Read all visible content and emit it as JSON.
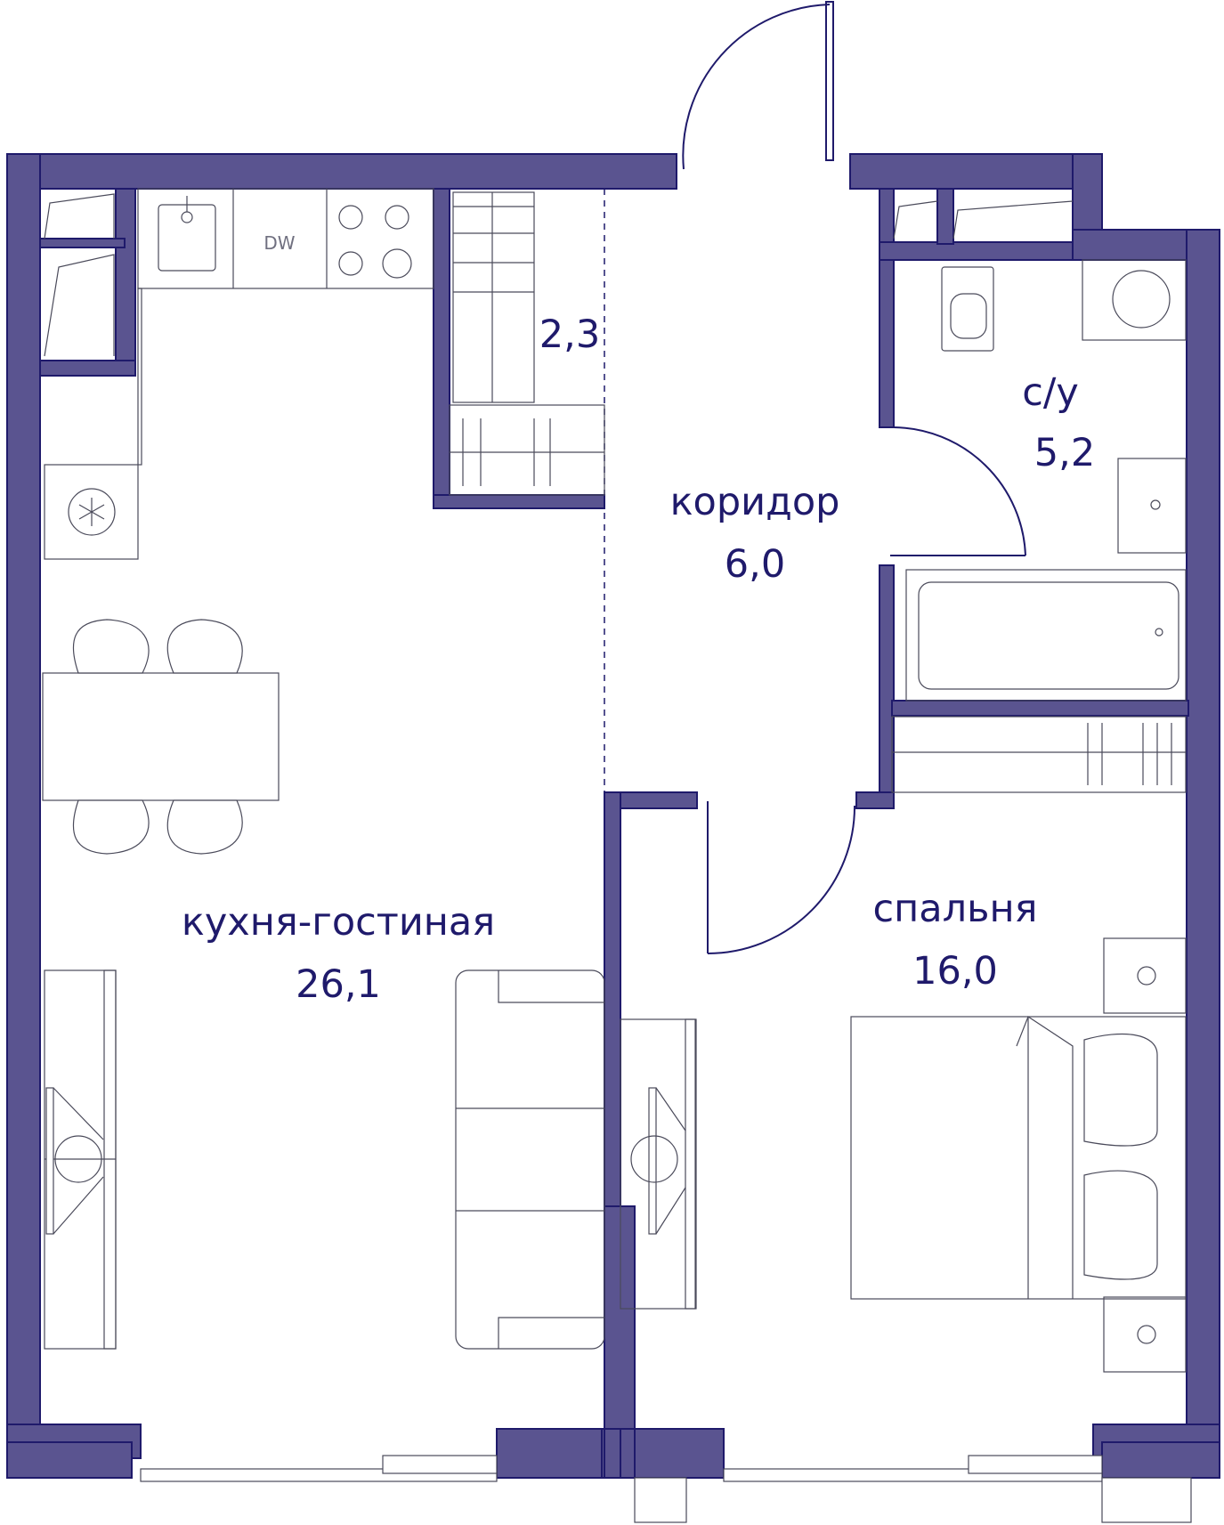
{
  "rooms": {
    "kitchen_living": {
      "name": "кухня-гостиная",
      "area": "26,1"
    },
    "corridor": {
      "name": "коридор",
      "area": "6,0"
    },
    "storage": {
      "area": "2,3"
    },
    "bathroom": {
      "name": "с/у",
      "area": "5,2"
    },
    "bedroom": {
      "name": "спальня",
      "area": "16,0"
    }
  },
  "appliances": {
    "dishwasher_label": "DW"
  },
  "colors": {
    "wall_fill": "#5a5490",
    "wall_stroke": "#1f1a6b",
    "text": "#1f1a6b",
    "furniture_line": "#4a4a5a"
  }
}
